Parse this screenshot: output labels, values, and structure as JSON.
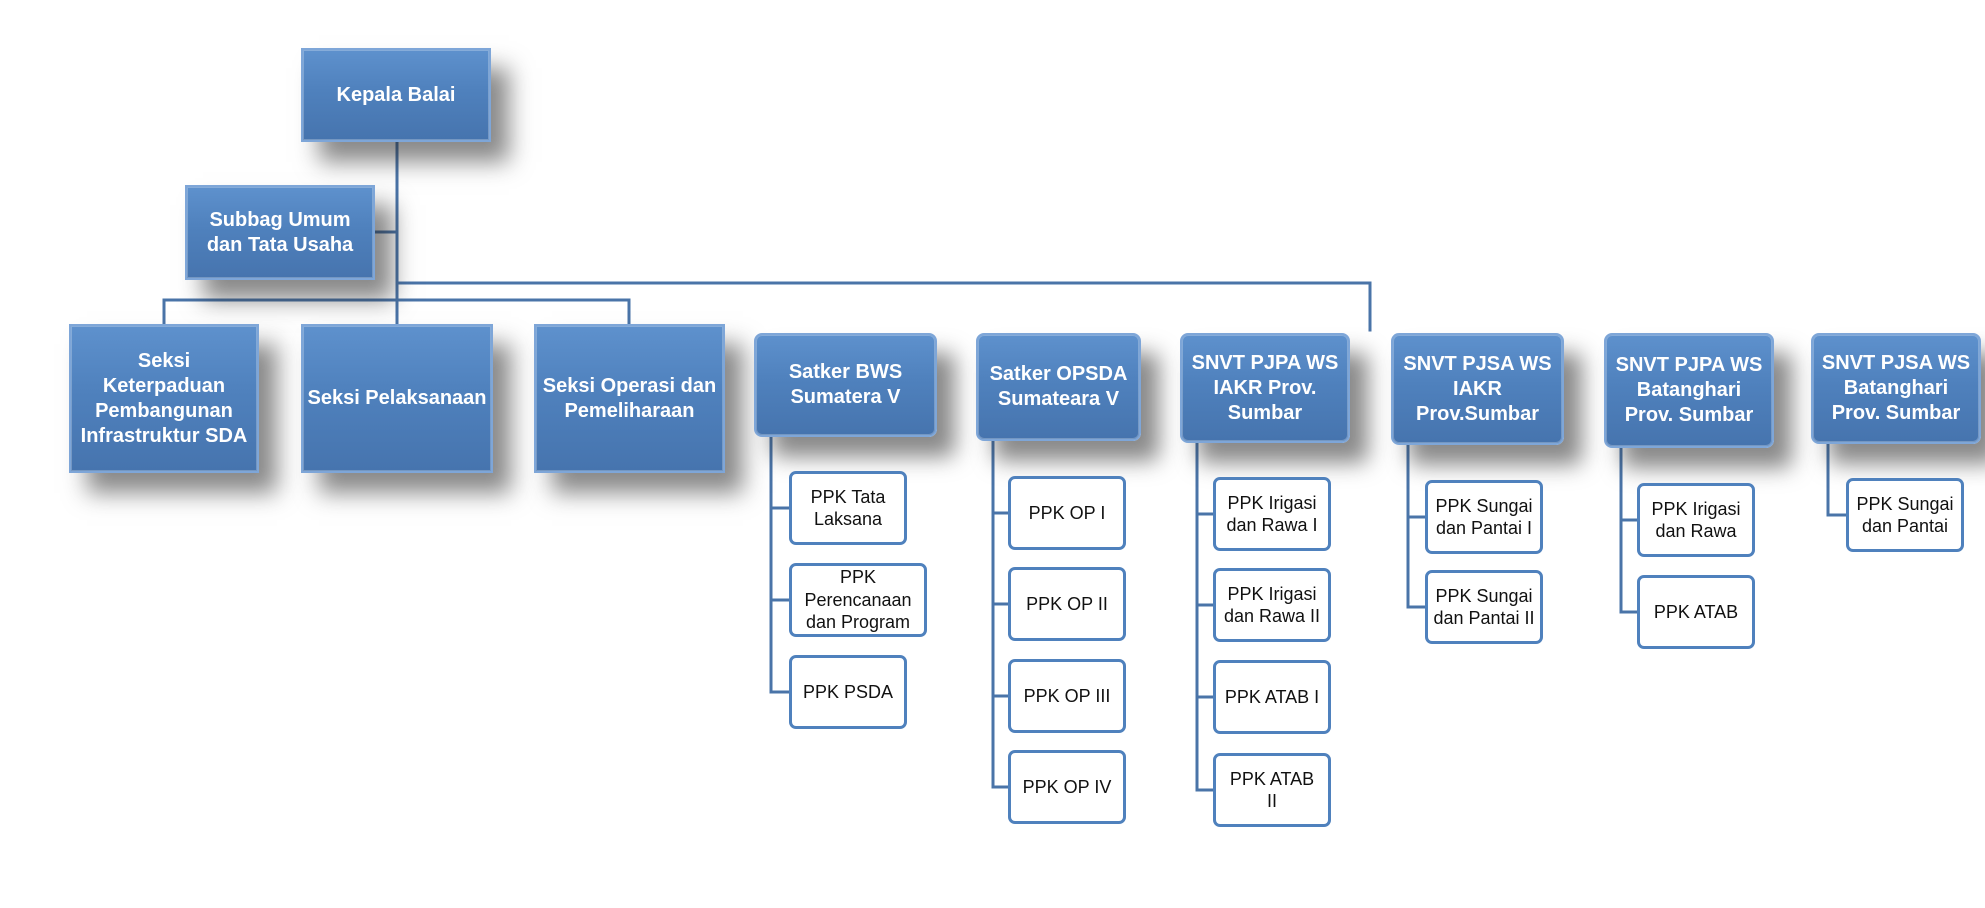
{
  "nodes": {
    "kepala_balai": "Kepala Balai",
    "subbag": "Subbag Umum\ndan Tata Usaha",
    "seksi_keterpaduan": "Seksi\nKeterpaduan\nPembangunan\nInfrastruktur SDA",
    "seksi_pelaksanaan": "Seksi Pelaksanaan",
    "seksi_operasi": "Seksi Operasi dan\nPemeliharaan",
    "satker_bws": "Satker BWS\nSumatera V",
    "satker_opsda": "Satker OPSDA\nSumateara V",
    "snvt_pjpa_iakr": "SNVT PJPA WS\nIAKR Prov.\nSumbar",
    "snvt_pjsa_iakr": "SNVT PJSA WS\nIAKR\nProv.Sumbar",
    "snvt_pjpa_batanghari": "SNVT PJPA WS\nBatanghari\nProv. Sumbar",
    "snvt_pjsa_batanghari": "SNVT PJSA WS\nBatanghari\nProv. Sumbar"
  },
  "leaves": {
    "bws": [
      "PPK Tata\nLaksana",
      "PPK\nPerencanaan\ndan Program",
      "PPK PSDA"
    ],
    "opsda": [
      "PPK OP I",
      "PPK OP II",
      "PPK OP III",
      "PPK OP IV"
    ],
    "pjpa_iakr": [
      "PPK Irigasi\ndan Rawa I",
      "PPK Irigasi\ndan Rawa II",
      "PPK ATAB I",
      "PPK ATAB\nII"
    ],
    "pjsa_iakr": [
      "PPK Sungai\ndan Pantai I",
      "PPK Sungai\ndan Pantai II"
    ],
    "pjpa_batanghari": [
      "PPK Irigasi\ndan Rawa",
      "PPK ATAB"
    ],
    "pjsa_batanghari": [
      "PPK Sungai\ndan Pantai"
    ]
  },
  "colors": {
    "box_fill": "#4f81bd",
    "line": "#4a74a8",
    "leaf_border": "#4f81bd"
  }
}
